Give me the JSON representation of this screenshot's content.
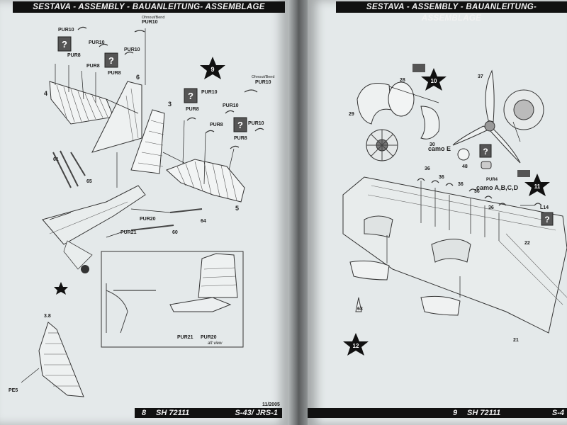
{
  "left_page": {
    "header": "SESTAVA - ASSEMBLY - BAUANLEITUNG- ASSEMBLAGE",
    "footer": {
      "page_number": "8",
      "kit_code": "SH 72111",
      "model": "S-43/ JRS-1",
      "date": "11/2005"
    },
    "labels": {
      "pur10": "PUR10",
      "pur8": "PUR8",
      "pur20": "PUR20",
      "pur21": "PUR21",
      "ohnout": "Ohnout/Bend",
      "part_4": "4",
      "part_6": "6",
      "part_3": "3",
      "part_5": "5",
      "part_61": "61",
      "part_65": "65",
      "part_64": "64",
      "part_60": "60",
      "part_38": "3.8",
      "pe5": "PE5",
      "step_9": "9",
      "aft_view": "aft view"
    }
  },
  "right_page": {
    "header": "SESTAVA - ASSEMBLY - BAUANLEITUNG- ASSEMBLAGE",
    "footer": {
      "page_number": "9",
      "kit_code": "SH 72111",
      "model": "S-4"
    },
    "labels": {
      "part_28": "28",
      "part_29": "29",
      "part_30": "30",
      "part_37": "37",
      "part_48": "48",
      "part_36": "36",
      "part_22": "22",
      "part_21": "21",
      "part_63": "63",
      "l14": "L14",
      "pur4": "PUR4",
      "camo_e": "camo E",
      "camo_abcd": "camo A,B,C,D",
      "step_10": "10",
      "step_11": "11",
      "step_12": "12"
    }
  }
}
